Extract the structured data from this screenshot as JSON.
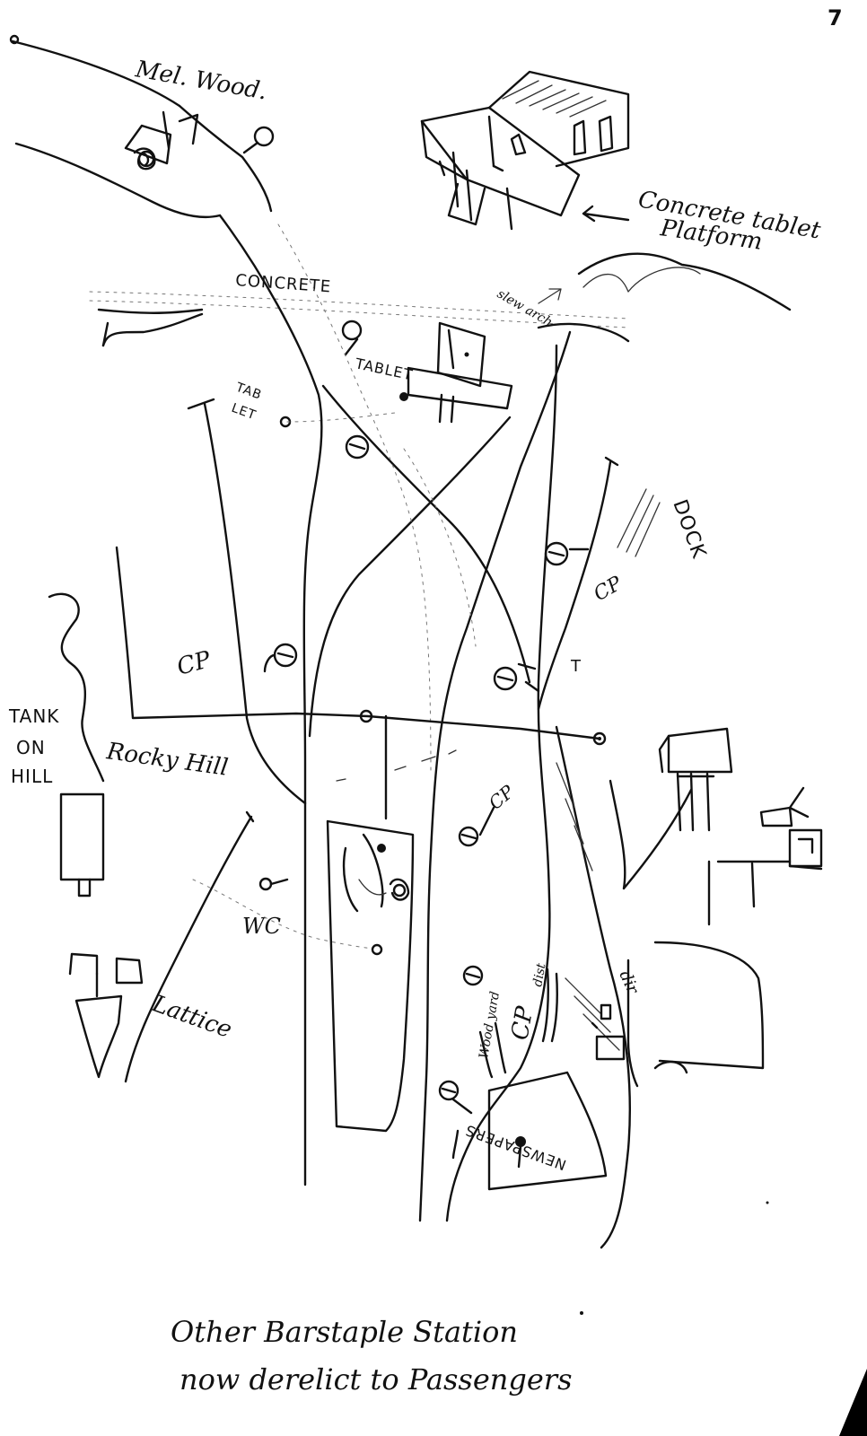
{
  "page_number": "7",
  "labels": {
    "mel_wood": "Mel. Wood.",
    "concrete_tablet_platform_1": "Concrete tablet",
    "concrete_tablet_platform_2": "Platform",
    "concrete": "CONCRETE",
    "slew_arch": "slew arch",
    "tablet": "TABLET",
    "tablet_left_1": "TAB",
    "tablet_left_2": "LET",
    "dock": "DOCK",
    "cp_right": "CP",
    "cp_left": "CP",
    "t_mark": "T",
    "tank_1": "TANK",
    "tank_2": "ON",
    "tank_3": "HILL",
    "rocky_hill": "Rocky Hill",
    "cp_mid": "CP",
    "wc": "WC",
    "lattice": "Lattice",
    "dir": "dir",
    "wood_yard": "Wood yard",
    "cp_lower": "CP",
    "dist": "dist",
    "newspapers": "NEWSPAPERS",
    "caption_1": "Other Barstaple Station",
    "caption_2": "now derelict to Passengers"
  }
}
